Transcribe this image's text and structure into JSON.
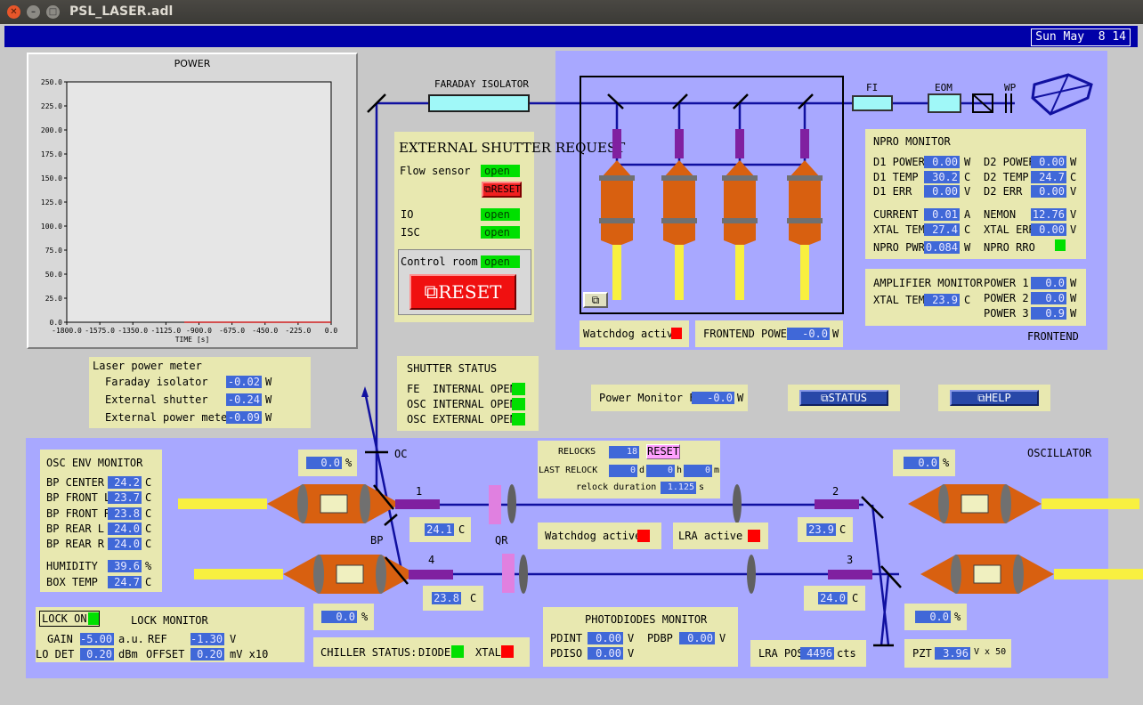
{
  "window": {
    "title": "PSL_LASER.adl",
    "close_icon": "close-icon",
    "minimize_icon": "minimize-icon",
    "maximize_icon": "maximize-icon"
  },
  "clock": "Sun May  8 14",
  "power_plot": {
    "title": "POWER",
    "xlabel": "TIME [s]"
  },
  "chart_data": {
    "type": "line",
    "title": "POWER",
    "xlabel": "TIME [s]",
    "ylabel": "",
    "xlim": [
      -1800,
      0
    ],
    "ylim": [
      0,
      250
    ],
    "x_ticks": [
      "-1800.0",
      "-1575.0",
      "-1350.0",
      "-1125.0",
      "-900.0",
      "-675.0",
      "-450.0",
      "-225.0",
      "0.0"
    ],
    "y_ticks": [
      "250.0",
      "225.0",
      "200.0",
      "175.0",
      "150.0",
      "125.0",
      "100.0",
      "75.0",
      "50.0",
      "25.0",
      "0.0"
    ],
    "series": [
      {
        "color": "#d02020",
        "x": [
          -1000,
          0
        ],
        "y": [
          0,
          0
        ]
      }
    ]
  },
  "faraday_label": "FARADAY ISOLATOR",
  "ext_shutter": {
    "title": "EXTERNAL SHUTTER REQUEST",
    "flow_label": "Flow sensor",
    "flow": "open",
    "reset_small": "RESET",
    "io_label": "IO",
    "io": "open",
    "isc_label": "ISC",
    "isc": "open",
    "ctrl_label": "Control room",
    "ctrl": "open",
    "reset_big": "RESET"
  },
  "laser_meter": {
    "title": "Laser power meter",
    "faraday_label": "Faraday isolator",
    "faraday": "-0.02",
    "ext_shutter_label": "External shutter",
    "ext_shutter": "-0.24",
    "ext_meter_label": "External power meter",
    "ext_meter": "-0.09",
    "unit": "W"
  },
  "shutter_status": {
    "title": "SHUTTER STATUS",
    "fe_label": "FE  INTERNAL OPEN",
    "osc_int_label": "OSC INTERNAL OPEN",
    "osc_ext_label": "OSC EXTERNAL OPEN"
  },
  "frontend": {
    "label": "FRONTEND",
    "fi": "FI",
    "eom": "EOM",
    "wp": "WP",
    "watchdog_label": "Watchdog activ",
    "power_label": "FRONTEND POWER",
    "power": "-0.0",
    "power_unit": "W"
  },
  "npro": {
    "title": "NPRO MONITOR",
    "d1_power_label": "D1 POWER",
    "d1_power": "0.00",
    "d1_temp_label": "D1 TEMP",
    "d1_temp": "30.2",
    "d1_err_label": "D1 ERR",
    "d1_err": "0.00",
    "d2_power_label": "D2 POWER",
    "d2_power": "0.00",
    "d2_temp_label": "D2 TEMP",
    "d2_temp": "24.7",
    "d2_err_label": "D2 ERR",
    "d2_err": "0.00",
    "current_label": "CURRENT",
    "current": "0.01",
    "xtal_tem_label": "XTAL TEM",
    "xtal_tem": "27.4",
    "npro_pwr_label": "NPRO PWR",
    "npro_pwr": "0.084",
    "nemon_label": "NEMON",
    "nemon": "12.76",
    "xtal_err_label": "XTAL ERR",
    "xtal_err": "0.00",
    "npro_rro_label": "NPRO RRO",
    "W": "W",
    "C": "C",
    "V": "V",
    "A": "A"
  },
  "amp": {
    "title": "AMPLIFIER MONITOR",
    "xtal_label": "XTAL TEM",
    "xtal": "23.9",
    "p1_label": "POWER 1",
    "p1": "0.0",
    "p2_label": "POWER 2",
    "p2": "0.0",
    "p3_label": "POWER 3",
    "p3": "0.9"
  },
  "power_monitor": {
    "label": "Power Monitor F",
    "value": "-0.0",
    "unit": "W"
  },
  "buttons": {
    "status": "STATUS",
    "help": "HELP"
  },
  "osc": {
    "label": "OSCILLATOR",
    "oc": "OC",
    "bp": "BP",
    "qr": "QR",
    "n1": "1",
    "n2": "2",
    "n3": "3",
    "n4": "4",
    "pct_tl": "0.0",
    "pct_tr": "0.0",
    "pct_bl": "0.0",
    "pct_br": "0.0",
    "pct": "%",
    "t1": "24.1",
    "t2": "23.9",
    "t3": "24.0",
    "t4": "23.8",
    "C": "C"
  },
  "env": {
    "title": "OSC ENV MONITOR",
    "bp_center_label": "BP CENTER",
    "bp_center": "24.2",
    "bp_fl_label": "BP FRONT L",
    "bp_fl": "23.7",
    "bp_fr_label": "BP FRONT R",
    "bp_fr": "23.8",
    "bp_rl_label": "BP REAR L",
    "bp_rl": "24.0",
    "bp_rr_label": "BP REAR R",
    "bp_rr": "24.0",
    "humidity_label": "HUMIDITY",
    "humidity": "39.6",
    "box_temp_label": "BOX TEMP",
    "box_temp": "24.7"
  },
  "relock": {
    "relocks_label": "RELOCKS",
    "relocks": "18",
    "reset": "RESET",
    "last_label": "LAST RELOCK",
    "d": "0",
    "h": "0",
    "m": "0",
    "d_unit": "d",
    "h_unit": "h",
    "m_unit": "m",
    "dur_label": "relock duration",
    "dur": "1.125",
    "dur_unit": "s"
  },
  "watchdog_osc": "Watchdog active",
  "lra_active": "LRA active",
  "lock": {
    "lock_on": "LOCK ON",
    "title": "LOCK MONITOR",
    "gain_label": "GAIN",
    "gain": "-5.00",
    "gain_unit": "a.u.",
    "ref_label": "REF",
    "ref": "-1.30",
    "ref_unit": "V",
    "lodet_label": "LO DET",
    "lodet": "0.20",
    "lodet_unit": "dBm",
    "offset_label": "OFFSET",
    "offset": "0.20",
    "offset_unit": "mV x10"
  },
  "chiller": {
    "label": "CHILLER STATUS:",
    "diode": "DIODE",
    "xtal": "XTAL"
  },
  "photodiodes": {
    "title": "PHOTODIODES MONITOR",
    "pdint_label": "PDINT",
    "pdint": "0.00",
    "pdbp_label": "PDBP",
    "pdbp": "0.00",
    "pdiso_label": "PDISO",
    "pdiso": "0.00",
    "V": "V"
  },
  "lra_pos": {
    "label": "LRA POS",
    "value": "4496",
    "unit": "cts"
  },
  "pzt": {
    "label": "PZT",
    "value": "3.96",
    "unit": "V x 50"
  }
}
